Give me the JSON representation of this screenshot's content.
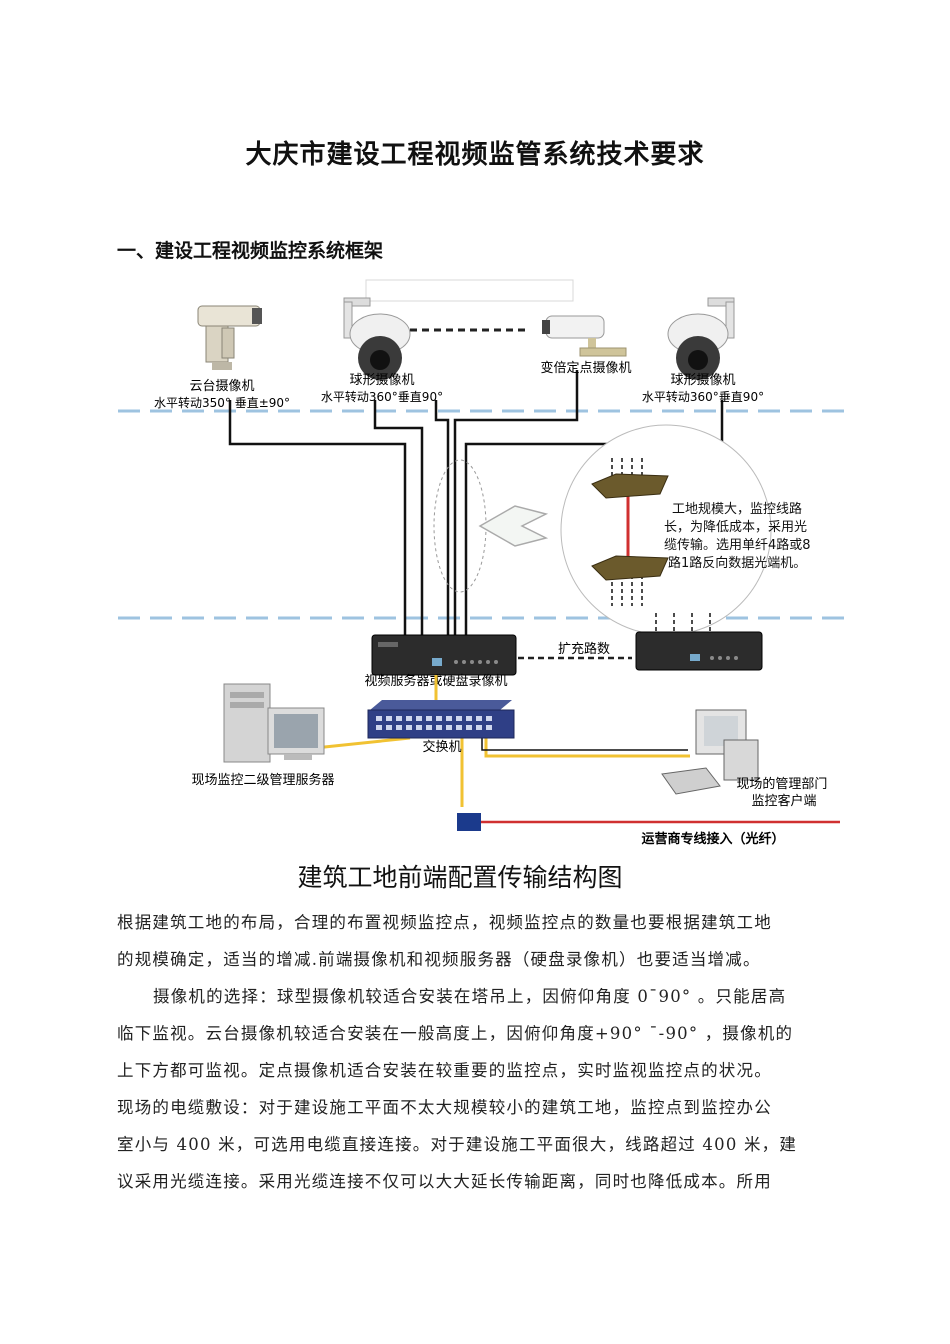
{
  "document": {
    "title": "大庆市建设工程视频监管系统技术要求",
    "section_heading": "一、建设工程视频监控系统框架",
    "diagram_caption": "建筑工地前端配置传输结构图",
    "paragraph_lines": [
      "根据建筑工地的布局，合理的布置视频监控点，视频监控点的数量也要根据建筑工地",
      "的规模确定，适当的增减.前端摄像机和视频服务器（硬盘录像机）也要适当增减。",
      "摄像机的选择：球型摄像机较适合安装在塔吊上，因俯仰角度 0¯90° 。只能居高",
      "临下监视。云台摄像机较适合安装在一般高度上，因俯仰角度+90° ¯-90° ，摄像机的",
      "上下方都可监视。定点摄像机适合安装在较重要的监控点，实时监视监控点的状况。",
      "现场的电缆敷设：对于建设施工平面不太大规模较小的建筑工地，监控点到监控办公",
      "室小与 400 米，可选用电缆直接连接。对于建设施工平面很大，线路超过 400 米，建",
      "议采用光缆连接。采用光缆连接不仅可以大大延长传输距离，同时也降低成本。所用"
    ]
  },
  "diagram": {
    "ptz_camera": {
      "name": "云台摄像机",
      "spec": "水平转动350°  垂直±90°"
    },
    "dome_camera_1": {
      "name": "球形摄像机",
      "spec": "水平转动360°垂直90°"
    },
    "fixed_camera": {
      "name": "变倍定点摄像机"
    },
    "dome_camera_2": {
      "name": "球形摄像机",
      "spec": "水平转动360°垂直90°"
    },
    "fiber_note_lines": [
      "工地规模大，监控线路",
      "长，为降低成本，采用光",
      "缆传输。选用单纤4路或8",
      "路1路反向数据光端机。"
    ],
    "expand_label": "扩充路数",
    "dvr_label": "视频服务器或硬盘录像机",
    "switch_label": "交换机",
    "server_label": "现场监控二级管理服务器",
    "client_label_lines": [
      "现场的管理部门",
      "监控客户端"
    ],
    "isp_label": "运营商专线接入（光纤）"
  }
}
